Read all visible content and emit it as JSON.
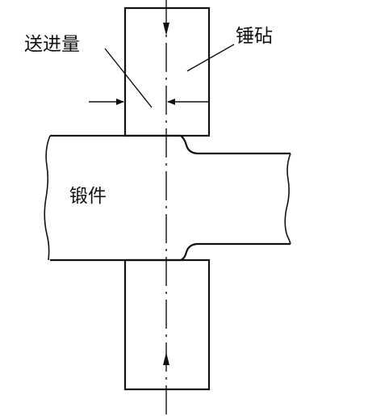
{
  "labels": {
    "feed": "送进量",
    "anvil": "锤砧",
    "forging": "锻件"
  },
  "colors": {
    "stroke": "#111111",
    "background": "#ffffff"
  }
}
